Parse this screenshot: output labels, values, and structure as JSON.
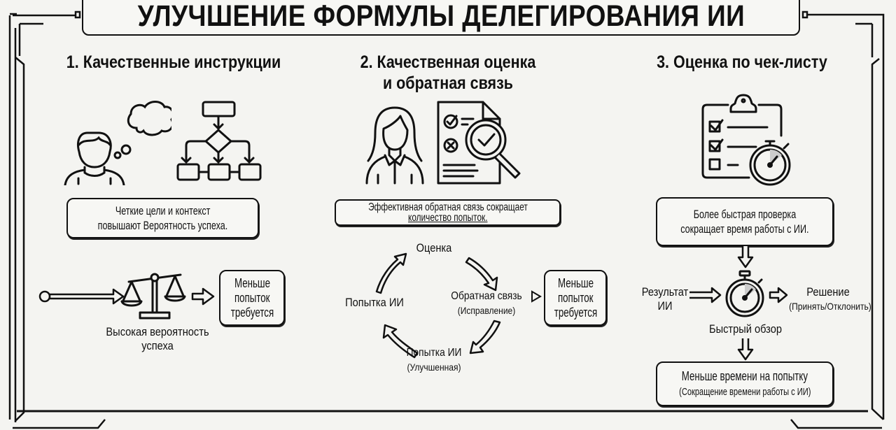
{
  "title": "УЛУЧШЕНИЕ ФОРМУЛЫ ДЕЛЕГИРОВАНИЯ ИИ",
  "sections": [
    {
      "heading": "1. Качественные инструкции",
      "icons": [
        "person-thinking-icon",
        "flowchart-icon",
        "scales-icon"
      ],
      "box_text_1": "Четкие цели и контекст",
      "box_text_2": "повышают Вероятность успеха.",
      "flow": {
        "scales_label_1": "Высокая вероятность",
        "scales_label_2": "успеха",
        "result_1": "Меньше",
        "result_2": "попыток",
        "result_3": "требуется"
      }
    },
    {
      "heading_1": "2. Качественная оценка",
      "heading_2": "и обратная связь",
      "icons": [
        "woman-icon",
        "document-review-icon"
      ],
      "box_text_1": "Эффективная обратная связь сокращает",
      "box_text_2": "количество попыток.",
      "cycle": {
        "top": "Оценка",
        "right_1": "Обратная связь",
        "right_2": "(Исправление)",
        "bottom_1": "Попытка ИИ",
        "bottom_2": "(Улучшенная)",
        "left": "Попытка ИИ"
      },
      "result_1": "Меньше",
      "result_2": "попыток",
      "result_3": "требуется"
    },
    {
      "heading": "3. Оценка по чек-листу",
      "icons": [
        "checklist-stopwatch-icon",
        "stopwatch-icon"
      ],
      "box_text_1": "Более быстрая проверка",
      "box_text_2": "сокращает время работы с ИИ.",
      "flow": {
        "input_1": "Результат",
        "input_2": "ИИ",
        "center": "Быстрый обзор",
        "output_1": "Решение",
        "output_2": "(Принять/Отклонить)"
      },
      "result_1": "Меньше времени на попытку",
      "result_2": "(Сокращение времени работы с ИИ)"
    }
  ],
  "colors": {
    "background": "#f4f4f1",
    "ink": "#111111"
  }
}
